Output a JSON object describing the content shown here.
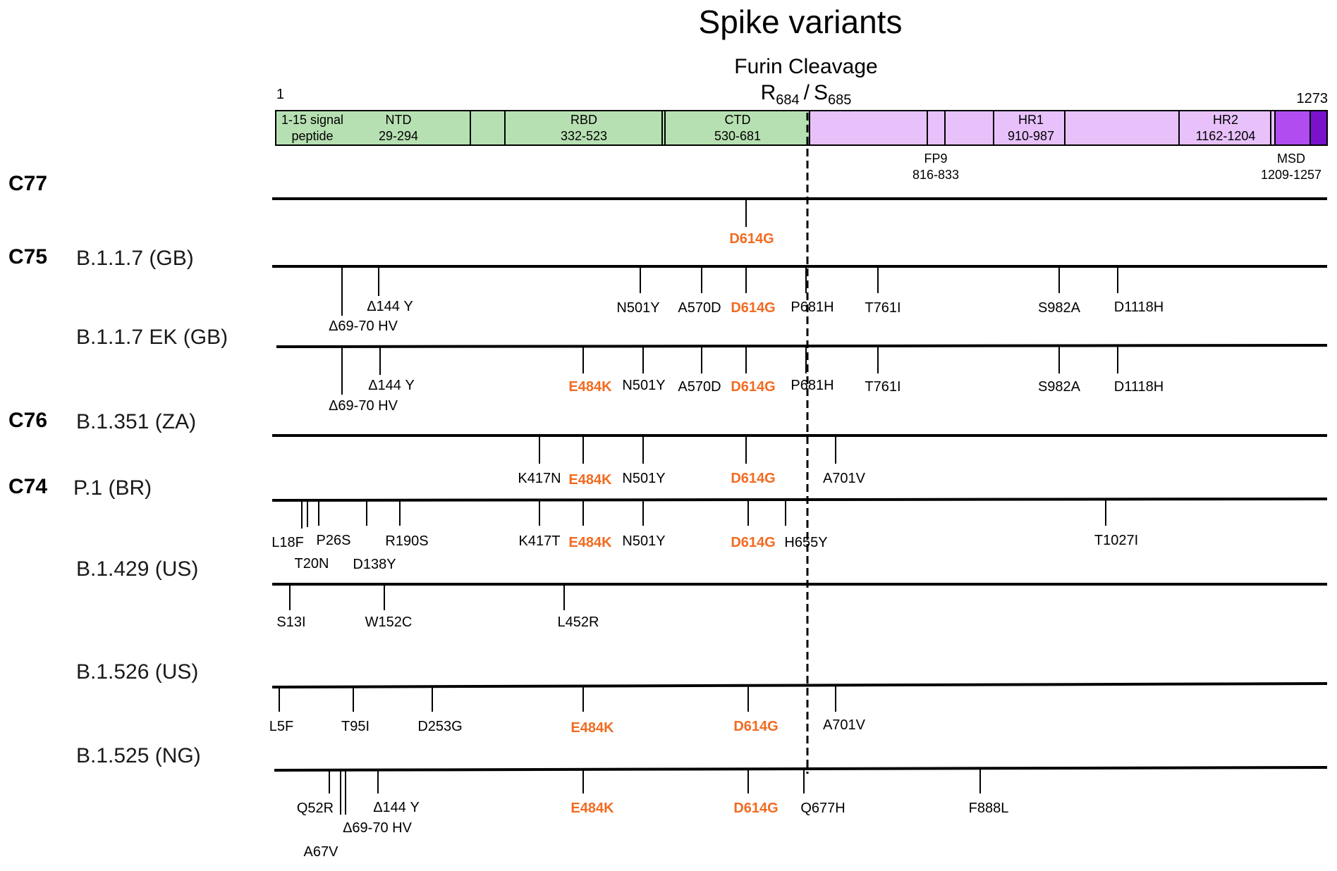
{
  "title": "Spike variants",
  "furin": {
    "label": "Furin Cleavage",
    "site1_letter": "R",
    "site1_pos": "684",
    "separator": "/",
    "site2_letter": "S",
    "site2_pos": "685"
  },
  "protein": {
    "start_label": "1",
    "end_label": "1273",
    "domains": [
      {
        "id": "signal",
        "line1": "1-15 signal",
        "line2": "peptide"
      },
      {
        "id": "ntd",
        "line1": "NTD",
        "line2": "29-294"
      },
      {
        "id": "rbd",
        "line1": "RBD",
        "line2": "332-523"
      },
      {
        "id": "ctd",
        "line1": "CTD",
        "line2": "530-681"
      },
      {
        "id": "hr1",
        "line1": "HR1",
        "line2": "910-987"
      },
      {
        "id": "hr2",
        "line1": "HR2",
        "line2": "1162-1204"
      }
    ],
    "below_labels": [
      {
        "id": "fp9",
        "line1": "FP9",
        "line2": "816-833"
      },
      {
        "id": "msd",
        "line1": "MSD",
        "line2": "1209-1257"
      }
    ]
  },
  "colors": {
    "s1_fill": "#b7e0b2",
    "s2_fill": "#e8c1fb",
    "msd_fill": "#b04cf0",
    "tail_fill": "#7a12cc",
    "highlight": "#f26b21",
    "ink": "#000000"
  },
  "rows": [
    {
      "id": "c77",
      "group": "C77",
      "lineage": "",
      "mutations": [
        {
          "text": "D614G",
          "hl": true
        }
      ]
    },
    {
      "id": "b117",
      "group": "C75",
      "lineage": "B.1.1.7 (GB)",
      "mutations": [
        {
          "text": "Δ69-70 HV",
          "hl": false
        },
        {
          "text": "Δ144 Y",
          "hl": false
        },
        {
          "text": "N501Y",
          "hl": false
        },
        {
          "text": "A570D",
          "hl": false
        },
        {
          "text": "D614G",
          "hl": true
        },
        {
          "text": "P681H",
          "hl": false
        },
        {
          "text": "T761I",
          "hl": false
        },
        {
          "text": "S982A",
          "hl": false
        },
        {
          "text": "D1118H",
          "hl": false
        }
      ]
    },
    {
      "id": "b117ek",
      "group": "",
      "lineage": "B.1.1.7 EK (GB)",
      "mutations": [
        {
          "text": "Δ69-70 HV",
          "hl": false
        },
        {
          "text": "Δ144 Y",
          "hl": false
        },
        {
          "text": "E484K",
          "hl": true
        },
        {
          "text": "N501Y",
          "hl": false
        },
        {
          "text": "A570D",
          "hl": false
        },
        {
          "text": "D614G",
          "hl": true
        },
        {
          "text": "P681H",
          "hl": false
        },
        {
          "text": "T761I",
          "hl": false
        },
        {
          "text": "S982A",
          "hl": false
        },
        {
          "text": "D1118H",
          "hl": false
        }
      ]
    },
    {
      "id": "b1351",
      "group": "C76",
      "lineage": "B.1.351 (ZA)",
      "mutations": [
        {
          "text": "K417N",
          "hl": false
        },
        {
          "text": "E484K",
          "hl": true
        },
        {
          "text": "N501Y",
          "hl": false
        },
        {
          "text": "D614G",
          "hl": true
        },
        {
          "text": "A701V",
          "hl": false
        }
      ]
    },
    {
      "id": "p1",
      "group": "C74",
      "lineage": "P.1 (BR)",
      "mutations": [
        {
          "text": "L18F",
          "hl": false
        },
        {
          "text": "T20N",
          "hl": false
        },
        {
          "text": "P26S",
          "hl": false
        },
        {
          "text": "D138Y",
          "hl": false
        },
        {
          "text": "R190S",
          "hl": false
        },
        {
          "text": "K417T",
          "hl": false
        },
        {
          "text": "E484K",
          "hl": true
        },
        {
          "text": "N501Y",
          "hl": false
        },
        {
          "text": "D614G",
          "hl": true
        },
        {
          "text": "H655Y",
          "hl": false
        },
        {
          "text": "T1027I",
          "hl": false
        }
      ]
    },
    {
      "id": "b1429",
      "group": "",
      "lineage": "B.1.429 (US)",
      "mutations": [
        {
          "text": "S13I",
          "hl": false
        },
        {
          "text": "W152C",
          "hl": false
        },
        {
          "text": "L452R",
          "hl": false
        }
      ]
    },
    {
      "id": "b1526",
      "group": "",
      "lineage": "B.1.526 (US)",
      "mutations": [
        {
          "text": "L5F",
          "hl": false
        },
        {
          "text": "T95I",
          "hl": false
        },
        {
          "text": "D253G",
          "hl": false
        },
        {
          "text": "E484K",
          "hl": true
        },
        {
          "text": "D614G",
          "hl": true
        },
        {
          "text": "A701V",
          "hl": false
        }
      ]
    },
    {
      "id": "b1525",
      "group": "",
      "lineage": "B.1.525 (NG)",
      "mutations": [
        {
          "text": "Q52R",
          "hl": false
        },
        {
          "text": "A67V",
          "hl": false
        },
        {
          "text": "Δ69-70 HV",
          "hl": false
        },
        {
          "text": "Δ144 Y",
          "hl": false
        },
        {
          "text": "E484K",
          "hl": true
        },
        {
          "text": "D614G",
          "hl": true
        },
        {
          "text": "Q677H",
          "hl": false
        },
        {
          "text": "F888L",
          "hl": false
        }
      ]
    }
  ]
}
